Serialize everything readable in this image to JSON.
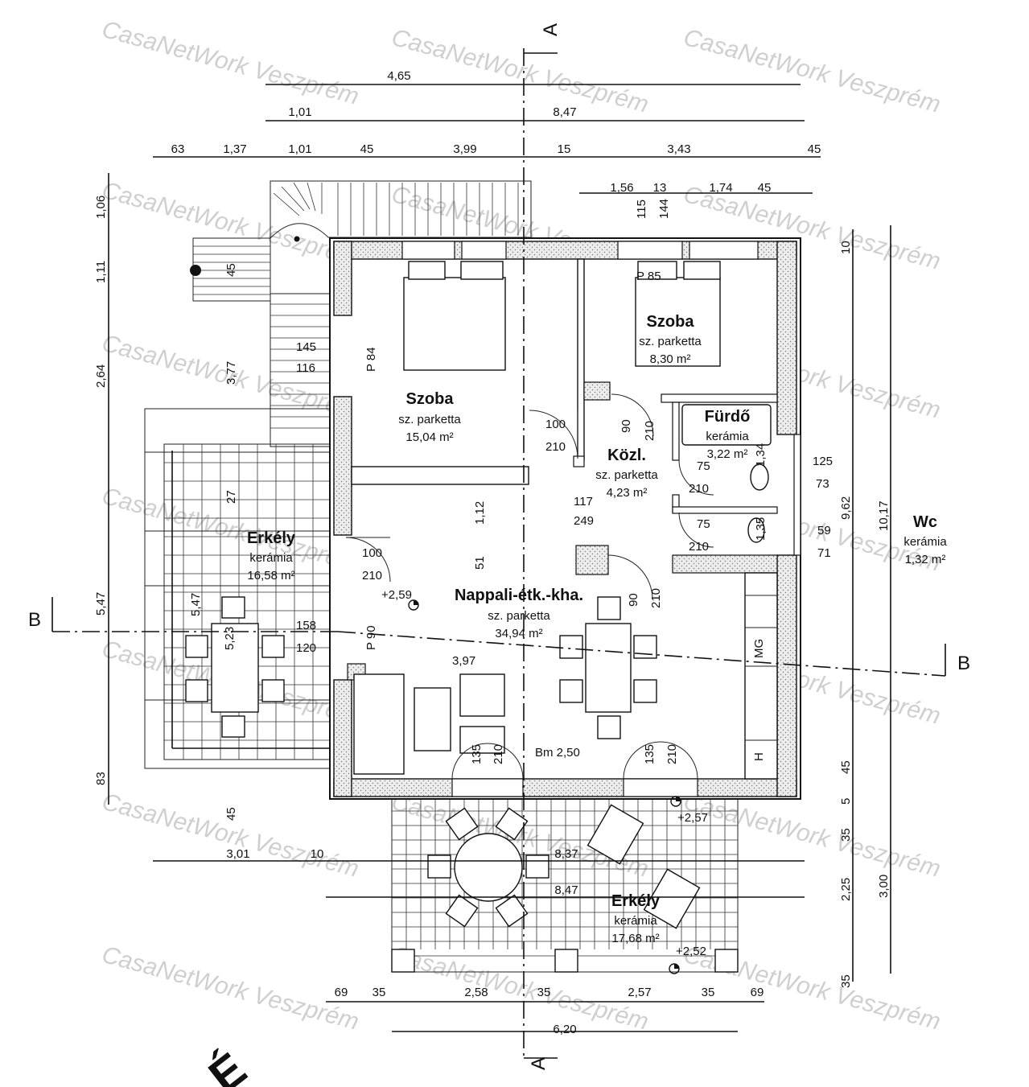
{
  "watermark": "CasaNetWork Veszprém",
  "section_marks": {
    "a_top": "A",
    "a_bottom": "A",
    "b_left": "B",
    "b_right": "B"
  },
  "rooms": {
    "szoba_large": {
      "name": "Szoba",
      "floor": "sz. parketta",
      "area": "15,04 m²"
    },
    "szoba_small": {
      "name": "Szoba",
      "floor": "sz. parketta",
      "area": "8,30 m²"
    },
    "furdo": {
      "name": "Fürdő",
      "floor": "kerámia",
      "area": "3,22 m²"
    },
    "kozl": {
      "name": "Közl.",
      "floor": "sz. parketta",
      "area": "4,23 m²"
    },
    "nappali": {
      "name": "Nappali-étk.-kha.",
      "floor": "sz. parketta",
      "area": "34,94 m²"
    },
    "erkely_left": {
      "name": "Erkély",
      "floor": "kerámia",
      "area": "16,58 m²"
    },
    "erkely_bottom": {
      "name": "Erkély",
      "floor": "kerámia",
      "area": "17,68 m²"
    },
    "wc": {
      "name": "Wc",
      "floor": "kerámia",
      "area": "1,32 m²"
    }
  },
  "dimensions": {
    "top_row1": "4,65",
    "top_row2_a": "1,01",
    "top_row2_b": "8,47",
    "top_row3": [
      "63",
      "1,37",
      "1,01",
      "45",
      "3,99",
      "15",
      "3,43",
      "45"
    ],
    "top_row4": [
      "1,56",
      "13",
      "1,74",
      "45"
    ],
    "top_small_v": [
      "115",
      "144"
    ],
    "left_v": [
      "1,06",
      "1,11",
      "2,64",
      "5,47",
      "83"
    ],
    "left_v_inner": [
      "3,77",
      "45",
      "27",
      "45"
    ],
    "right_v": [
      "10",
      "9,62",
      "10,17",
      "45",
      "5",
      "35",
      "2,25",
      "3,00",
      "35"
    ],
    "stair": [
      "145",
      "116"
    ],
    "doors": {
      "d1": [
        "100",
        "210"
      ],
      "d2": [
        "100",
        "210"
      ],
      "d3": [
        "90",
        "210"
      ],
      "d4": [
        "75",
        "210"
      ],
      "d5": [
        "75",
        "210"
      ],
      "d6": [
        "90",
        "210"
      ],
      "d7": [
        "135",
        "210"
      ],
      "d8": [
        "135",
        "210"
      ]
    },
    "parapets": [
      "P 84",
      "P 85",
      "P 90"
    ],
    "windows": {
      "w1": [
        "125",
        "73"
      ],
      "w2": [
        "59",
        "71"
      ],
      "w3": [
        "117",
        "249"
      ],
      "w4": [
        "158",
        "120"
      ]
    },
    "misc": {
      "bath_v": "1,34",
      "wc_v": "1,35",
      "erk_h1": "5,47",
      "erk_h2": "5,23",
      "n_v1": "1,12",
      "n_v2": "51",
      "n_h": "3,97"
    },
    "levels": {
      "l1": "+2,59",
      "l2": "+2,57",
      "l3": "+2,52"
    },
    "room_height": "Bm 2,50",
    "bottom_row1": [
      "3,01",
      "10",
      "8,37"
    ],
    "bottom_row2": "8,47",
    "bottom_row3": [
      "69",
      "35",
      "2,58",
      "35",
      "2,57",
      "35",
      "69"
    ],
    "bottom_row4": "6,20"
  },
  "kitchen_labels": {
    "mg": "MG",
    "h": "H"
  },
  "partial_label": "É"
}
